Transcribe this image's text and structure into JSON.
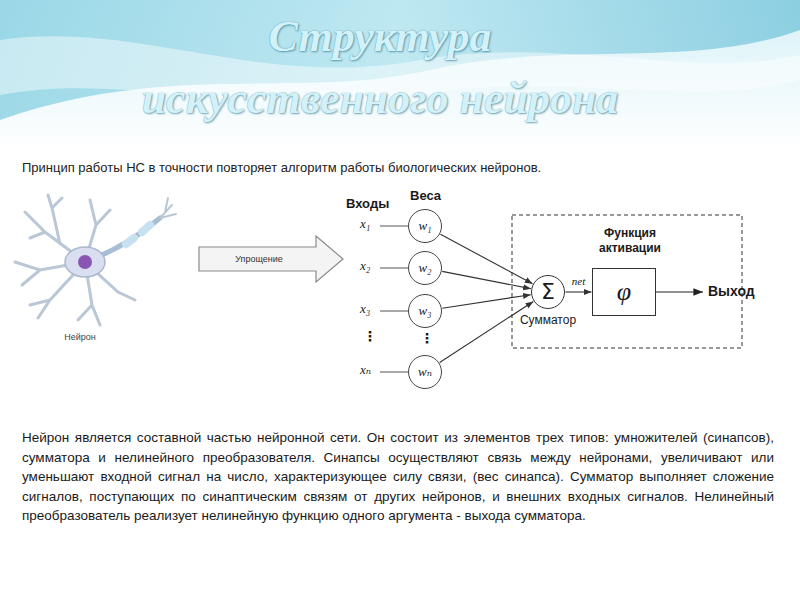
{
  "diagram": {
    "title": "Структура искусственного нейрона",
    "nodes": [
      {
        "text": [
          "Упрощение"
        ]
      },
      {
        "text": [
          "w₁"
        ]
      },
      {
        "text": [
          "w₂"
        ]
      },
      {
        "text": [
          "w₃"
        ]
      },
      {
        "text": [
          "wₙ"
        ]
      },
      {
        "text": [
          "Σ",
          "Сумматор"
        ]
      },
      {
        "text": [
          "Функция активации",
          "φ"
        ]
      }
    ],
    "edges": [
      {
        "from": 1,
        "to": 5,
        "arrow": "to"
      },
      {
        "from": 2,
        "to": 5,
        "arrow": "to"
      },
      {
        "from": 3,
        "to": 5,
        "arrow": "to"
      },
      {
        "from": 4,
        "to": 5,
        "arrow": "to"
      },
      {
        "from": 5,
        "to": 6,
        "label": "net",
        "arrow": "to"
      }
    ],
    "labels": [
      "Принцип работы НС в точности повторяет алгоритм работы биологических нейронов.",
      "Нейрон",
      "Входы",
      "Веса",
      "x₁",
      "x₂",
      "x₃",
      "⋮",
      "xₙ",
      "⋮",
      "Выход",
      "Нейрон является составной частью нейронной сети. Он состоит из элементов трех типов: умножителей (синапсов), сумматора и нелинейного преобразователя. Синапсы осуществляют связь между нейронами, увеличивают или уменьшают входной сигнал на число, характеризующее силу связи, (вес синапса). Сумматор выполняет сложение сигналов, поступающих по синаптическим связям от других нейронов, и внешних входных сигналов. Нелинейный преобразователь реализует нелинейную функцию одного аргумента - выхода сумматора."
    ]
  }
}
